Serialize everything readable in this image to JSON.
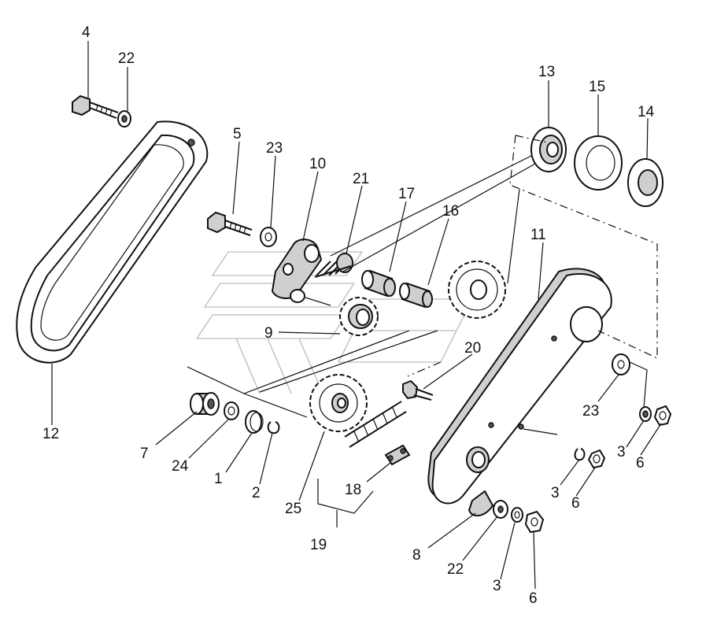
{
  "diagram": {
    "callouts": [
      {
        "id": "c4",
        "label": "4"
      },
      {
        "id": "c22a",
        "label": "22"
      },
      {
        "id": "c5",
        "label": "5"
      },
      {
        "id": "c23a",
        "label": "23"
      },
      {
        "id": "c10",
        "label": "10"
      },
      {
        "id": "c21",
        "label": "21"
      },
      {
        "id": "c17",
        "label": "17"
      },
      {
        "id": "c16",
        "label": "16"
      },
      {
        "id": "c13",
        "label": "13"
      },
      {
        "id": "c15",
        "label": "15"
      },
      {
        "id": "c14",
        "label": "14"
      },
      {
        "id": "c11",
        "label": "11"
      },
      {
        "id": "c9",
        "label": "9"
      },
      {
        "id": "c20",
        "label": "20"
      },
      {
        "id": "c23b",
        "label": "23"
      },
      {
        "id": "c12",
        "label": "12"
      },
      {
        "id": "c7",
        "label": "7"
      },
      {
        "id": "c24",
        "label": "24"
      },
      {
        "id": "c1",
        "label": "1"
      },
      {
        "id": "c2",
        "label": "2"
      },
      {
        "id": "c25",
        "label": "25"
      },
      {
        "id": "c18",
        "label": "18"
      },
      {
        "id": "c19",
        "label": "19"
      },
      {
        "id": "c3a",
        "label": "3"
      },
      {
        "id": "c6a",
        "label": "6"
      },
      {
        "id": "c3b",
        "label": "3"
      },
      {
        "id": "c6b",
        "label": "6"
      },
      {
        "id": "c8",
        "label": "8"
      },
      {
        "id": "c22b",
        "label": "22"
      },
      {
        "id": "c3c",
        "label": "3"
      },
      {
        "id": "c6c",
        "label": "6"
      }
    ]
  }
}
